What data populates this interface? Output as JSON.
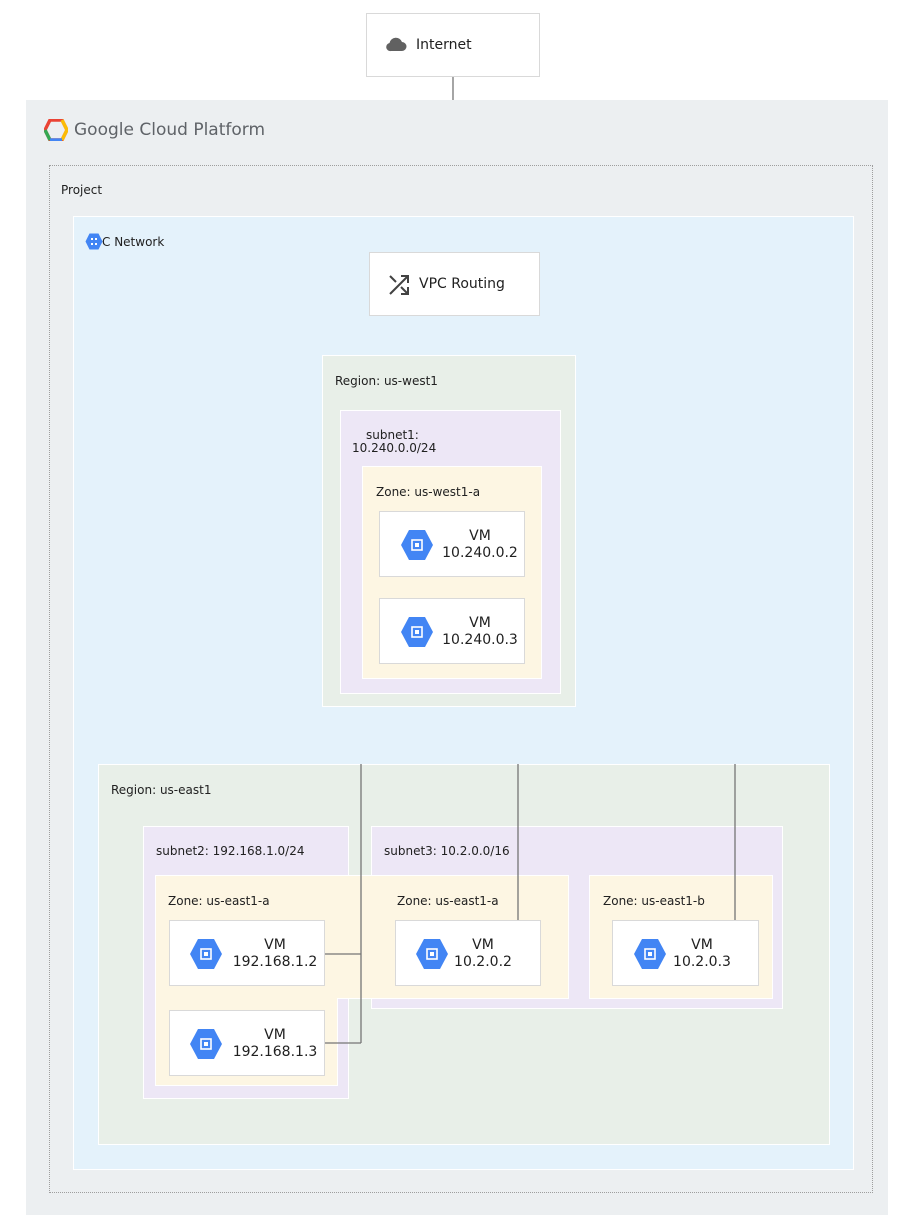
{
  "internet": {
    "label": "Internet",
    "icon": "cloud-icon"
  },
  "platform": {
    "brand_google": "Google",
    "brand_rest": "Cloud Platform",
    "logo": "gcp-hexagon-logo"
  },
  "project": {
    "label": "Project"
  },
  "vpc": {
    "label": "C Network",
    "icon": "vpc-network-icon"
  },
  "routing": {
    "label": "VPC Routing",
    "icon": "shuffle-icon"
  },
  "regions": {
    "west": {
      "label": "Region: us-west1"
    },
    "east": {
      "label": "Region: us-east1"
    }
  },
  "subnets": {
    "subnet1": {
      "label_line1": "subnet1:",
      "label_line2": "10.240.0.0/24"
    },
    "subnet2": {
      "label": "subnet2: 192.168.1.0/24"
    },
    "subnet3": {
      "label": "subnet3: 10.2.0.0/16"
    }
  },
  "zones": {
    "west_a": {
      "label": "Zone: us-west1-a"
    },
    "east_a_subnet2": {
      "label": "Zone: us-east1-a"
    },
    "east_a_subnet3": {
      "label": "Zone: us-east1-a"
    },
    "east_b": {
      "label": "Zone: us-east1-b"
    }
  },
  "vms": {
    "vm1": {
      "name": "VM",
      "ip": "10.240.0.2"
    },
    "vm2": {
      "name": "VM",
      "ip": "10.240.0.3"
    },
    "vm3": {
      "name": "VM",
      "ip": "192.168.1.2"
    },
    "vm4": {
      "name": "VM",
      "ip": "192.168.1.3"
    },
    "vm5": {
      "name": "VM",
      "ip": "10.2.0.2"
    },
    "vm6": {
      "name": "VM",
      "ip": "10.2.0.3"
    }
  },
  "colors": {
    "gcp_bg": "#eceff1",
    "vpc_bg": "#e4f2fb",
    "region_bg": "#e8efe8",
    "subnet_bg": "#ede7f6",
    "zone_bg": "#fdf6e3",
    "vm_icon": "#4285f4",
    "line": "#757575"
  }
}
